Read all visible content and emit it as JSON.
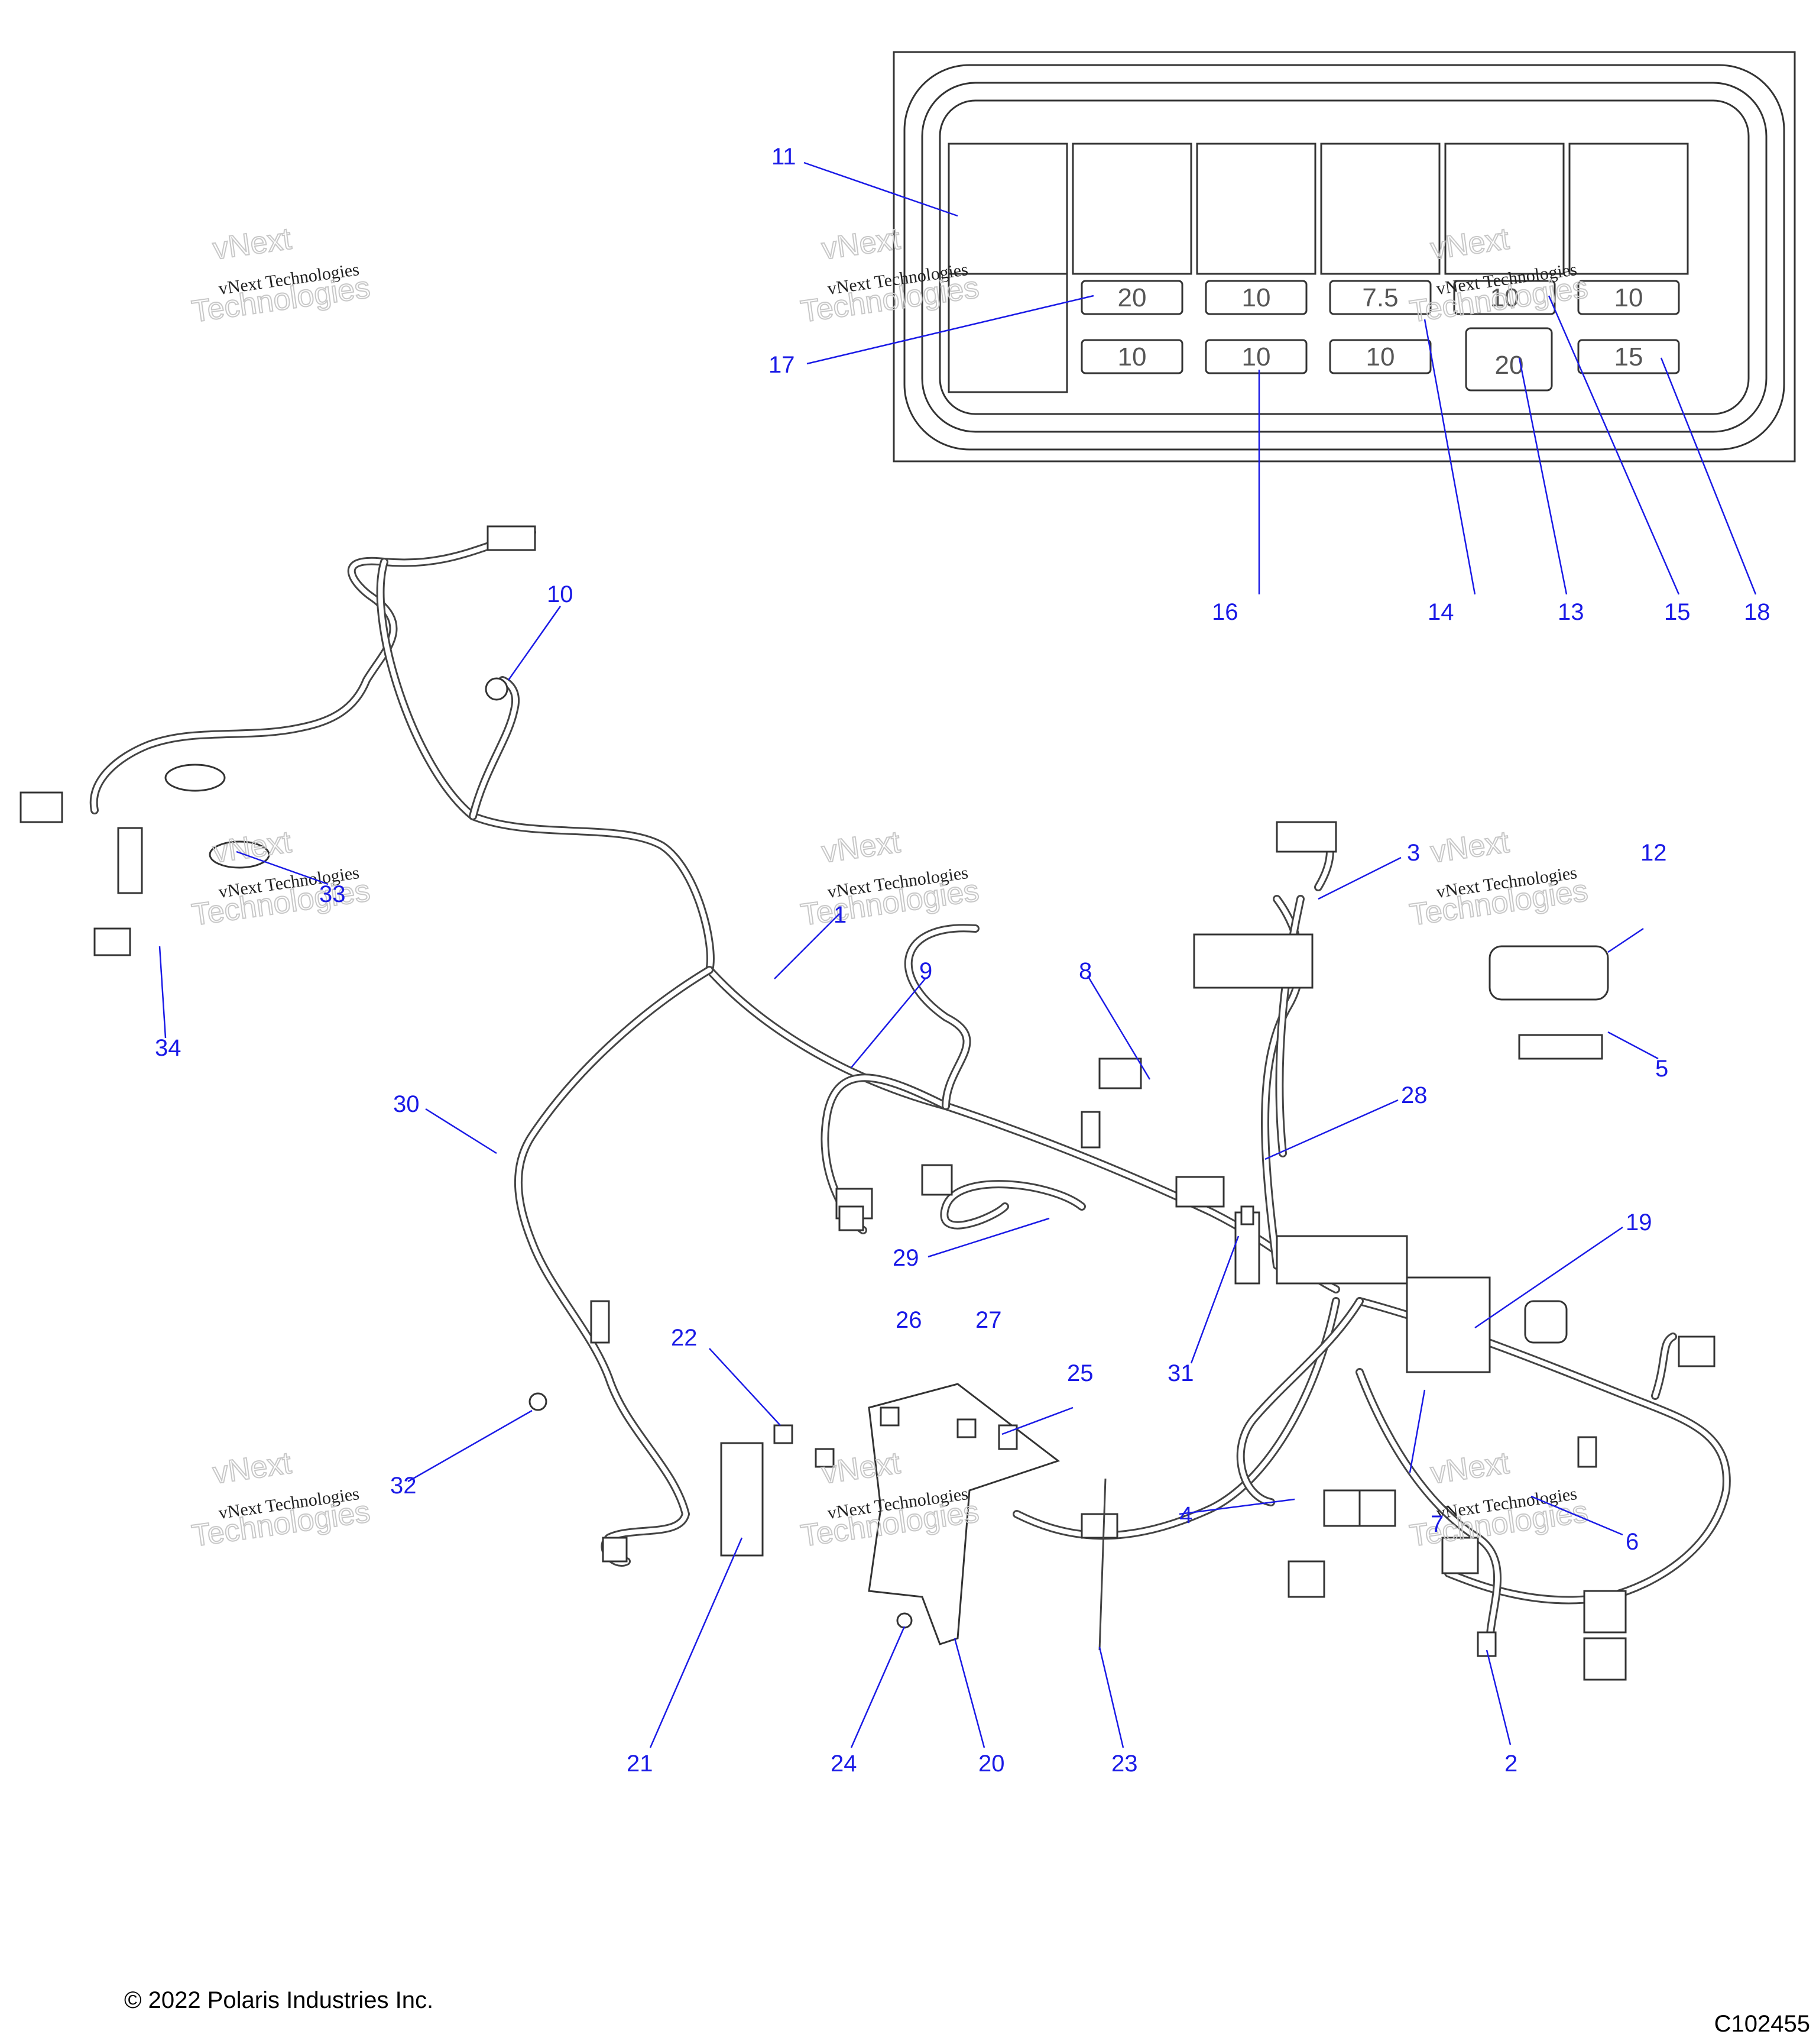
{
  "callouts": [
    {
      "id": "c1",
      "label": "1"
    },
    {
      "id": "c2",
      "label": "2"
    },
    {
      "id": "c3",
      "label": "3"
    },
    {
      "id": "c4",
      "label": "4"
    },
    {
      "id": "c5",
      "label": "5"
    },
    {
      "id": "c6",
      "label": "6"
    },
    {
      "id": "c7",
      "label": "7"
    },
    {
      "id": "c8",
      "label": "8"
    },
    {
      "id": "c9",
      "label": "9"
    },
    {
      "id": "c10",
      "label": "10"
    },
    {
      "id": "c11",
      "label": "11"
    },
    {
      "id": "c12",
      "label": "12"
    },
    {
      "id": "c13",
      "label": "13"
    },
    {
      "id": "c14",
      "label": "14"
    },
    {
      "id": "c15",
      "label": "15"
    },
    {
      "id": "c16",
      "label": "16"
    },
    {
      "id": "c17",
      "label": "17"
    },
    {
      "id": "c18",
      "label": "18"
    },
    {
      "id": "c19",
      "label": "19"
    },
    {
      "id": "c20",
      "label": "20"
    },
    {
      "id": "c21",
      "label": "21"
    },
    {
      "id": "c22",
      "label": "22"
    },
    {
      "id": "c23",
      "label": "23"
    },
    {
      "id": "c24",
      "label": "24"
    },
    {
      "id": "c25",
      "label": "25"
    },
    {
      "id": "c26",
      "label": "26"
    },
    {
      "id": "c27",
      "label": "27"
    },
    {
      "id": "c28",
      "label": "28"
    },
    {
      "id": "c29",
      "label": "29"
    },
    {
      "id": "c30",
      "label": "30"
    },
    {
      "id": "c31",
      "label": "31"
    },
    {
      "id": "c32",
      "label": "32"
    },
    {
      "id": "c33",
      "label": "33"
    },
    {
      "id": "c34",
      "label": "34"
    }
  ],
  "fuse_box": {
    "top_row": [
      "20",
      "10",
      "7.5",
      "10",
      "10"
    ],
    "bottom_row": [
      "10",
      "10",
      "10",
      "20",
      "15"
    ]
  },
  "watermark": {
    "line1": "vNext Technologies",
    "line2": "Technologies",
    "line3": "vNext"
  },
  "footer": {
    "copyright": "© 2022 Polaris Industries Inc.",
    "figure_id": "C102455"
  }
}
